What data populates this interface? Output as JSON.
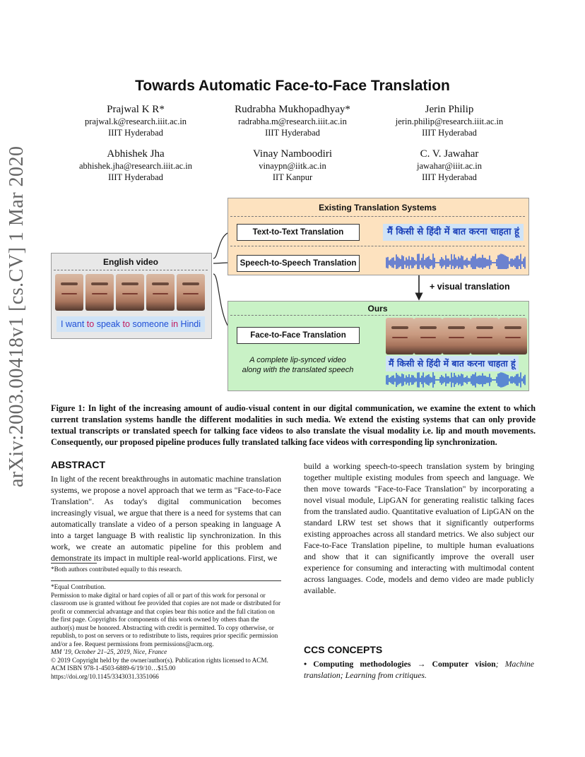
{
  "title": "Towards Automatic Face-to-Face Translation",
  "arxiv_id": "arXiv:2003.00418v1  [cs.CV]  1 Mar 2020",
  "authors": [
    {
      "name": "Prajwal K R*",
      "email": "prajwal.k@research.iiit.ac.in",
      "affiliation": "IIIT Hyderabad"
    },
    {
      "name": "Rudrabha Mukhopadhyay*",
      "email": "radrabha.m@research.iiit.ac.in",
      "affiliation": "IIIT Hyderabad"
    },
    {
      "name": "Jerin Philip",
      "email": "jerin.philip@research.iiit.ac.in",
      "affiliation": "IIIT Hyderabad"
    },
    {
      "name": "Abhishek Jha",
      "email": "abhishek.jha@research.iiit.ac.in",
      "affiliation": "IIIT Hyderabad"
    },
    {
      "name": "Vinay Namboodiri",
      "email": "vinaypn@iitk.ac.in",
      "affiliation": "IIT Kanpur"
    },
    {
      "name": "C. V. Jawahar",
      "email": "jawahar@iiit.ac.in",
      "affiliation": "IIIT Hyderabad"
    }
  ],
  "figure": {
    "existing_title": "Existing Translation Systems",
    "text_to_text": "Text-to-Text Translation",
    "hindi_sentence": "मैं किसी से हिंदी में बात करना चाहता हूं",
    "speech_to_speech": "Speech-to-Speech Translation",
    "english_video_title": "English video",
    "english_sentence_words": [
      {
        "w": "I",
        "c": "#1f4fd6"
      },
      {
        "w": " want",
        "c": "#1f4fd6"
      },
      {
        "w": " to",
        "c": "#c2185b"
      },
      {
        "w": " speak",
        "c": "#1f4fd6"
      },
      {
        "w": " to",
        "c": "#c2185b"
      },
      {
        "w": " someone",
        "c": "#1f4fd6"
      },
      {
        "w": " in",
        "c": "#c2185b"
      },
      {
        "w": " Hindi",
        "c": "#1f4fd6"
      }
    ],
    "visual_translation": "+ visual translation",
    "ours_title": "Ours",
    "face_to_face": "Face-to-Face Translation",
    "lip_synced_line1": "A complete lip-synced video",
    "lip_synced_line2": "along with the translated speech",
    "colors": {
      "existing_bg": "#fde2bf",
      "ours_bg": "#c9f2c6",
      "video_bg": "#e8e8e8",
      "hindi_highlight": "#cfe3f7",
      "wave": "#1e4fd8"
    }
  },
  "caption": "Figure 1: In light of the increasing amount of audio-visual content in our digital communication, we examine the extent to which current translation systems handle the different modalities in such media. We extend the existing systems that can only provide textual transcripts or translated speech for talking face videos to also translate the visual modality i.e. lip and mouth movements. Consequently, our proposed pipeline produces fully translated talking face videos with corresponding lip synchronization.",
  "abstract_heading": "ABSTRACT",
  "abstract_left": "In light of the recent breakthroughs in automatic machine translation systems, we propose a novel approach that we term as \"Face-to-Face Translation\". As today's digital communication becomes increasingly visual, we argue that there is a need for systems that can automatically translate a video of a person speaking in language A into a target language B with realistic lip synchronization. In this work, we create an automatic pipeline for this problem and demonstrate its impact in multiple real-world applications. First, we",
  "abstract_right": "build a working speech-to-speech translation system by bringing together multiple existing modules from speech and language. We then move towards \"Face-to-Face Translation\" by incorporating a novel visual module, LipGAN for generating realistic talking faces from the translated audio. Quantitative evaluation of LipGAN on the standard LRW test set shows that it significantly outperforms existing approaches across all standard metrics. We also subject our Face-to-Face Translation pipeline, to multiple human evaluations and show that it can significantly improve the overall user experience for consuming and interacting with multimodal content across languages. Code, models and demo video are made publicly available.",
  "footnote_equal": "*Both authors contributed equally to this research.",
  "footnotes": [
    "*Equal Contribution.",
    "Permission to make digital or hard copies of all or part of this work for personal or classroom use is granted without fee provided that copies are not made or distributed for profit or commercial advantage and that copies bear this notice and the full citation on the first page. Copyrights for components of this work owned by others than the author(s) must be honored. Abstracting with credit is permitted. To copy otherwise, or republish, to post on servers or to redistribute to lists, requires prior specific permission and/or a fee. Request permissions from permissions@acm.org.",
    "MM '19, October 21–25, 2019, Nice, France",
    "© 2019 Copyright held by the owner/author(s). Publication rights licensed to ACM.",
    "ACM ISBN 978-1-4503-6889-6/19/10…$15.00",
    "https://doi.org/10.1145/3343031.3351066"
  ],
  "ccs_heading": "CCS CONCEPTS",
  "ccs_bold": "• Computing methodologies → Computer vision",
  "ccs_italic": "; Machine translation; Learning from critiques."
}
